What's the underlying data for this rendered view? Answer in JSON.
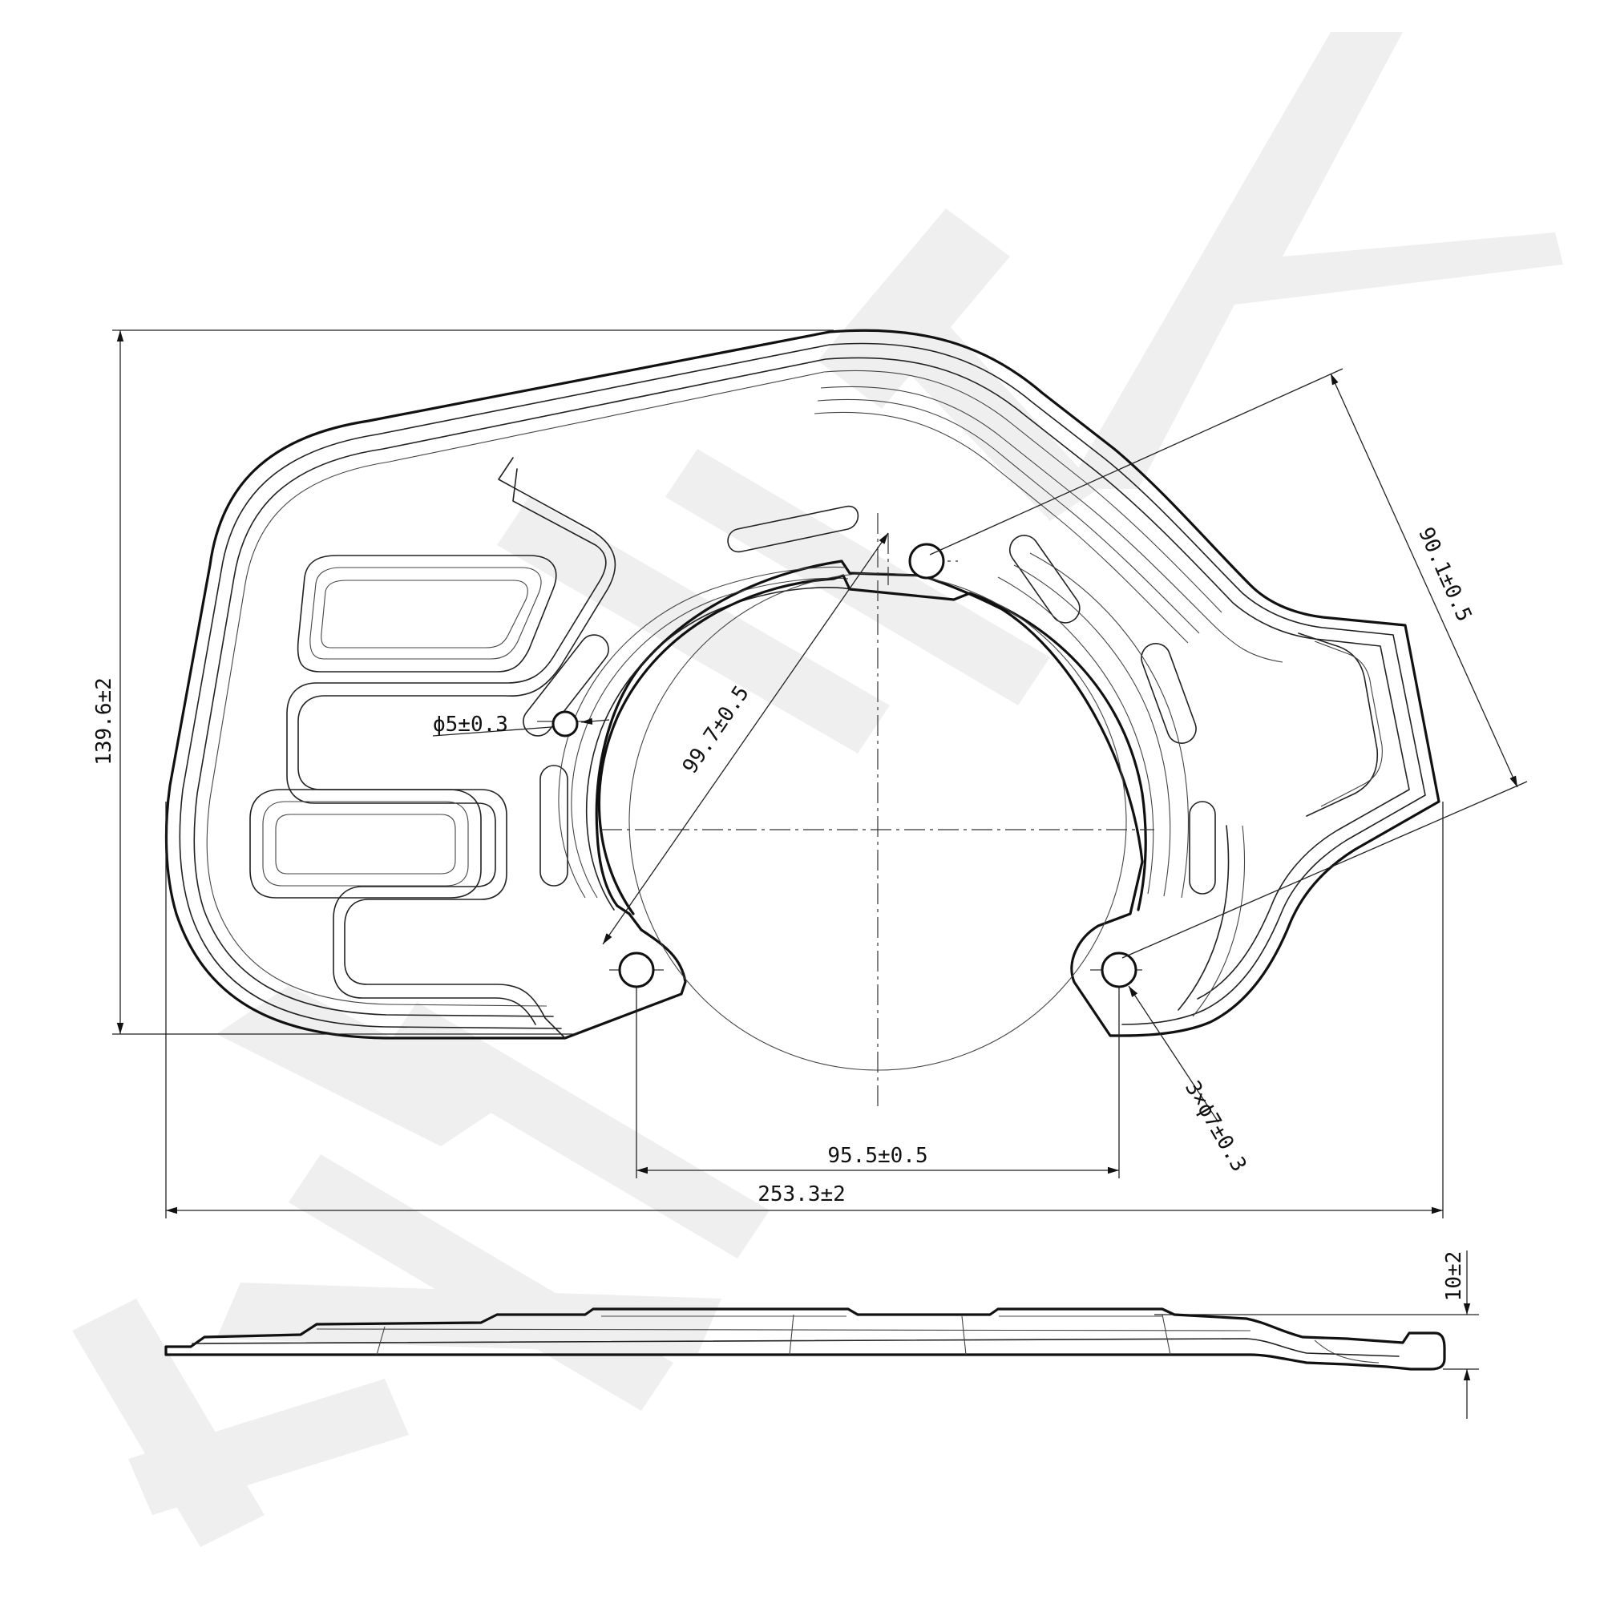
{
  "watermark": {
    "color": "#efefef"
  },
  "dimensions": {
    "height_overall": "139.6±2",
    "bolt_circle_diagonal": "99.7±0.5",
    "pilot_hole": "ϕ5±0.3",
    "tab_reach": "90.1±0.5",
    "bolt_holes": "3×ϕ7±0.3",
    "hole_spacing": "95.5±0.5",
    "width_overall": "253.3±2",
    "thickness_profile": "10±2"
  },
  "colors": {
    "line": "#111111",
    "background": "#ffffff"
  }
}
